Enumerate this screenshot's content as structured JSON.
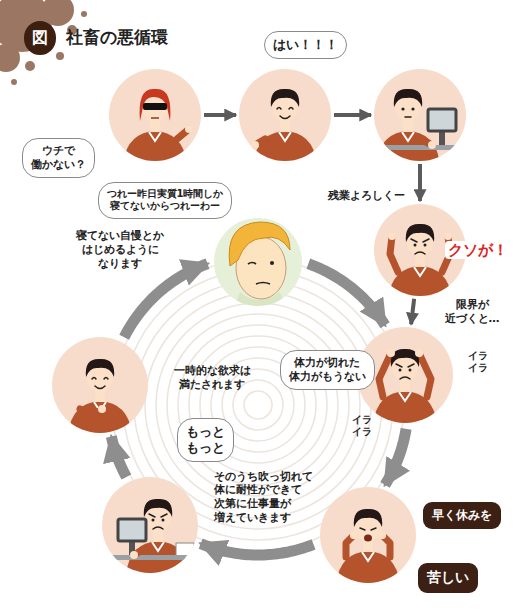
{
  "diagram": {
    "title": "社畜の悪循環",
    "nodes": [
      {
        "text": [
          "ウチで 働かない？"
        ]
      },
      {
        "text": [
          "はい！！！"
        ]
      },
      {
        "text": []
      },
      {
        "text": [
          "残業よろしくー",
          "クソが！"
        ]
      },
      {
        "text": [
          "体力が切れた 体力がもうない",
          "イラ イラ",
          "イラ イラ"
        ]
      },
      {
        "text": [
          "早く休みを",
          "苦しい"
        ]
      },
      {
        "text": [
          "もっと もっと"
        ]
      },
      {
        "text": []
      },
      {
        "text": [
          "つれー昨日実質1時間しか 寝てないからつれーわー"
        ]
      }
    ],
    "edges": [
      {
        "from": 0,
        "to": 1,
        "arrow": "to"
      },
      {
        "from": 1,
        "to": 2,
        "arrow": "to"
      },
      {
        "from": 2,
        "to": 3,
        "arrow": "to"
      },
      {
        "from": 3,
        "to": 4,
        "arrow": "to"
      },
      {
        "from": 4,
        "to": 5,
        "arrow": "to"
      },
      {
        "from": 5,
        "to": 6,
        "arrow": "to"
      },
      {
        "from": 6,
        "to": 7,
        "arrow": "to"
      },
      {
        "from": 7,
        "to": 8,
        "arrow": "to"
      },
      {
        "from": 8,
        "to": 4,
        "arrow": "to"
      }
    ],
    "labels": [
      "図",
      "限界が 近づくと…",
      "一時的な欲求は 満たされます",
      "寝てない自慢とか はじめるように なります",
      "そのうち吹っ切れて 体に耐性ができて 次第に仕事量が 増えていきます"
    ]
  }
}
